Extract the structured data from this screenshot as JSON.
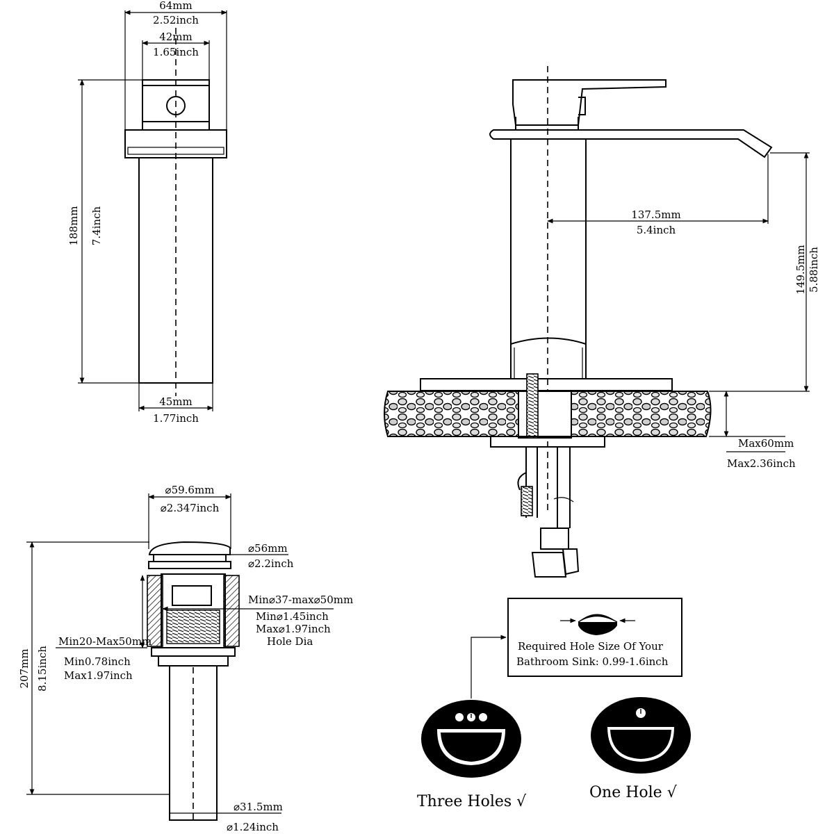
{
  "side_view": {
    "top_width_mm": "64mm",
    "top_width_in": "2.52inch",
    "handle_width_mm": "42mm",
    "handle_width_in": "1.65inch",
    "height_mm": "188mm",
    "height_in": "7.4inch",
    "base_width_mm": "45mm",
    "base_width_in": "1.77inch"
  },
  "front_view": {
    "spout_reach_mm": "137.5mm",
    "spout_reach_in": "5.4inch",
    "spout_height_mm": "149.5mm",
    "spout_height_in": "5.88inch",
    "max_deck_mm": "Max60mm",
    "max_deck_in": "Max2.36inch"
  },
  "drain": {
    "cap_dia_mm": "⌀59.6mm",
    "cap_dia_in": "⌀2.347inch",
    "flange_dia_mm": "⌀56mm",
    "flange_dia_in": "⌀2.2inch",
    "hole_range_mm": "Min⌀37-max⌀50mm",
    "hole_min_in": "Min⌀1.45inch",
    "hole_max_in": "Max⌀1.97inch",
    "hole_label": "Hole Dia",
    "thickness_mm": "Min20-Max50mm",
    "thickness_min_in": "Min0.78inch",
    "thickness_max_in": "Max1.97inch",
    "length_mm": "207mm",
    "length_in": "8.15inch",
    "tail_dia_mm": "⌀31.5mm",
    "tail_dia_in": "⌀1.24inch"
  },
  "hole_note": {
    "line1": "Required Hole Size Of Your",
    "line2": "Bathroom Sink: 0.99-1.6inch"
  },
  "sinks": {
    "three_holes": "Three Holes √",
    "one_hole": "One Hole  √"
  }
}
